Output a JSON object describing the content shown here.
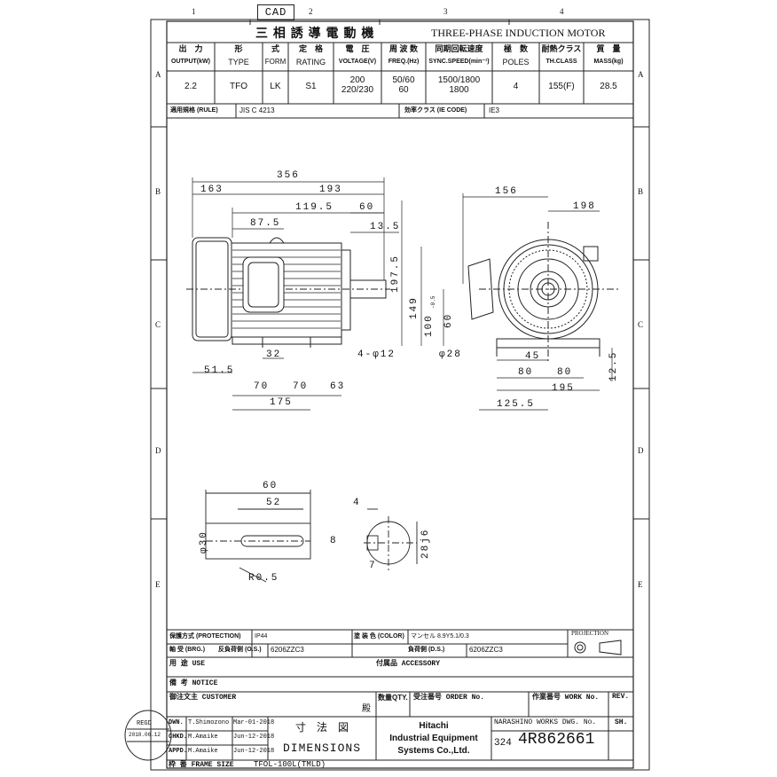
{
  "border": {
    "cols": [
      "1",
      "2",
      "3",
      "4"
    ],
    "rows_left": [
      "A",
      "B",
      "C",
      "D",
      "E"
    ],
    "rows_right": [
      "A",
      "B",
      "C",
      "D",
      "E"
    ]
  },
  "cad": "CAD",
  "title_jp": "三 相 誘 導 電 動 機",
  "title_en": "THREE-PHASE INDUCTION MOTOR",
  "spec": {
    "headers_jp": [
      "出　力",
      "形",
      "式",
      "定　格",
      "電　圧",
      "周 波 数",
      "同期回転速度",
      "極　数",
      "耐熱クラス",
      "質　量"
    ],
    "headers_en": [
      "OUTPUT(kW)",
      "TYPE",
      "FORM",
      "RATING",
      "VOLTAGE(V)",
      "FREQ.(Hz)",
      "SYNC.SPEED(min⁻¹)",
      "POLES",
      "TH.CLASS",
      "MASS(kg)"
    ],
    "values": [
      "2.2",
      "TFO",
      "LK",
      "S1",
      "200\n220/230",
      "50/60\n60",
      "1500/1800\n1800",
      "4",
      "155(F)",
      "28.5"
    ],
    "rule_label": "適用規格 (RULE)",
    "rule_value": "JIS C 4213",
    "ie_label": "効率クラス (IE CODE)",
    "ie_value": "IE3"
  },
  "dims": {
    "d356": "356",
    "d163": "163",
    "d193": "193",
    "d1195": "119.5",
    "d60": "60",
    "d875": "87.5",
    "d135": "13.5",
    "d1975": "197.5",
    "d149": "149",
    "d100": "100",
    "d100tol": "-0.5",
    "d60v": "60",
    "d4phi12": "4-φ12",
    "d32": "32",
    "d515": "51.5",
    "d70a": "70",
    "d70b": "70",
    "d63": "63",
    "d175": "175",
    "d156": "156",
    "d198": "198",
    "dphi28": "φ28",
    "d45": "45",
    "d80a": "80",
    "d80b": "80",
    "d195": "195",
    "d1255": "125.5",
    "d125": "12.5",
    "s60": "60",
    "s52": "52",
    "sphi30": "φ30",
    "sR05": "R0.5",
    "s4": "4",
    "s8": "8",
    "s7": "7",
    "s28j6": "28j6"
  },
  "lower": {
    "protection_label": "保護方式 (PROTECTION)",
    "protection_value": "IP44",
    "color_label": "塗 装 色 (COLOR)",
    "color_value": "マンセル 8.9Y5.1/0.3",
    "projection": "PROJECTION",
    "brg_label": "軸 受 (BRG.)",
    "brg_ns_label": "反負荷側 (O.S.)",
    "brg_ns_value": "6206ZZC3",
    "brg_ds_label": "負荷側 (D.S.)",
    "brg_ds_value": "6206ZZC3",
    "use_label": "用 途 USE",
    "accessory_label": "付属品 ACCESSORY",
    "notice_label": "備 考 NOTICE",
    "customer_label": "御注文主 CUSTOMER",
    "customer_suffix": "殿",
    "qty_label": "数量QTY.",
    "order_label": "受注番号 ORDER No.",
    "work_label": "作業番号 WORK No.",
    "rev_label": "REV."
  },
  "title_block": {
    "regd": "REGD",
    "regd_date": "2018.06.12",
    "dwn_label": "DWN.",
    "dwn_name": "T.Shimozono",
    "dwn_date": "Mar-01-2018",
    "chkd_label": "CHKD.",
    "chkd_name": "M.Amaike",
    "chkd_date": "Jun-12-2018",
    "appd_label": "APPD.",
    "appd_name": "M.Amaike",
    "appd_date": "Jun-12-2018",
    "dim_jp": "寸　法　図",
    "dim_en": "DIMENSIONS",
    "company1": "Hitachi",
    "company2": "Industrial Equipment",
    "company3": "Systems Co.,Ltd.",
    "works_label": "NARASHINO WORKS DWG. No.",
    "sh_label": "SH.",
    "dwg_prefix": "324",
    "dwg_no": "4R862661",
    "frame_label": "枠 番 FRAME SIZE",
    "frame_value": "TFOL-100L(TMLD)"
  }
}
